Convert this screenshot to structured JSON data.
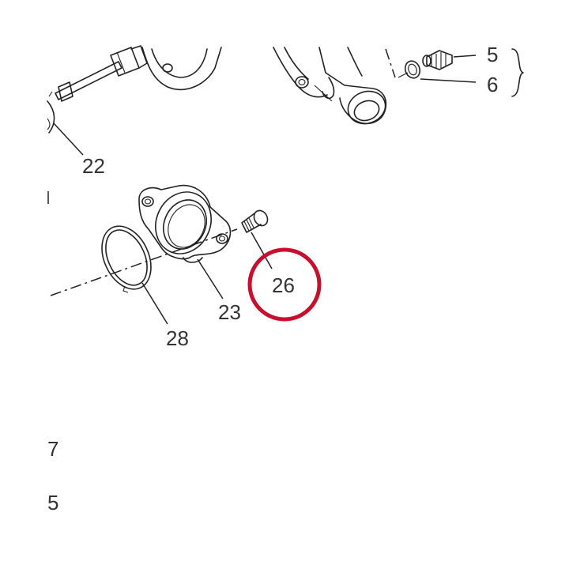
{
  "callouts": {
    "c22": "22",
    "c23": "23",
    "c26": "26",
    "c28": "28",
    "c5": "5",
    "c6": "6"
  },
  "side_numbers": [
    "7",
    "5"
  ],
  "highlight": {
    "target": "26",
    "color": "#c8102e"
  }
}
